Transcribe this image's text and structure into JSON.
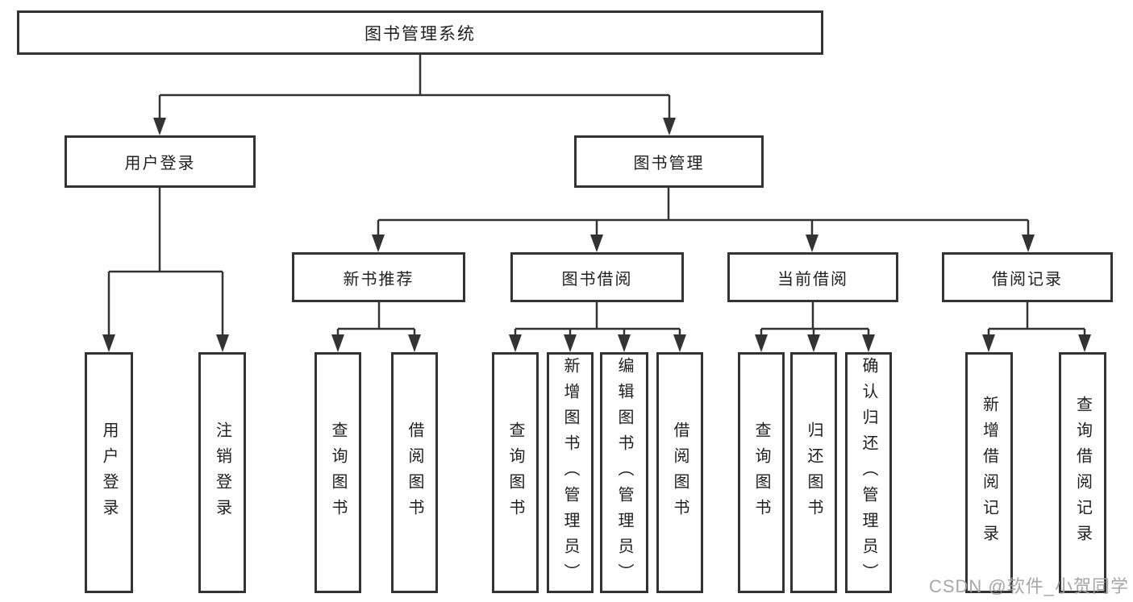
{
  "root": {
    "label": "图书管理系统"
  },
  "level2": {
    "user_login": {
      "label": "用户登录"
    },
    "book_mgmt": {
      "label": "图书管理"
    }
  },
  "level3": {
    "new_book_rec": {
      "label": "新书推荐"
    },
    "book_borrow": {
      "label": "图书借阅"
    },
    "current_borrow": {
      "label": "当前借阅"
    },
    "borrow_record": {
      "label": "借阅记录"
    }
  },
  "leaves": {
    "user_login_login": {
      "label": "用户登录"
    },
    "user_login_logout": {
      "label": "注销登录"
    },
    "new_rec_query": {
      "label": "查询图书"
    },
    "new_rec_borrow": {
      "label": "借阅图书"
    },
    "borrow_query": {
      "label": "查询图书"
    },
    "borrow_add_admin": {
      "label": "新增图书（管理员）"
    },
    "borrow_edit_admin": {
      "label": "编辑图书（管理员）"
    },
    "borrow_borrow": {
      "label": "借阅图书"
    },
    "current_query": {
      "label": "查询图书"
    },
    "current_return": {
      "label": "归还图书"
    },
    "current_confirm_admin": {
      "label": "确认归还（管理员）"
    },
    "record_add": {
      "label": "新增借阅记录"
    },
    "record_query": {
      "label": "查询借阅记录"
    }
  },
  "watermark": {
    "text": "CSDN @软件_小贺同学"
  },
  "colors": {
    "line": "#333333",
    "box_border": "#333333",
    "text": "#1f1f1f",
    "watermark": "#9e9e9e",
    "background": "#ffffff"
  }
}
